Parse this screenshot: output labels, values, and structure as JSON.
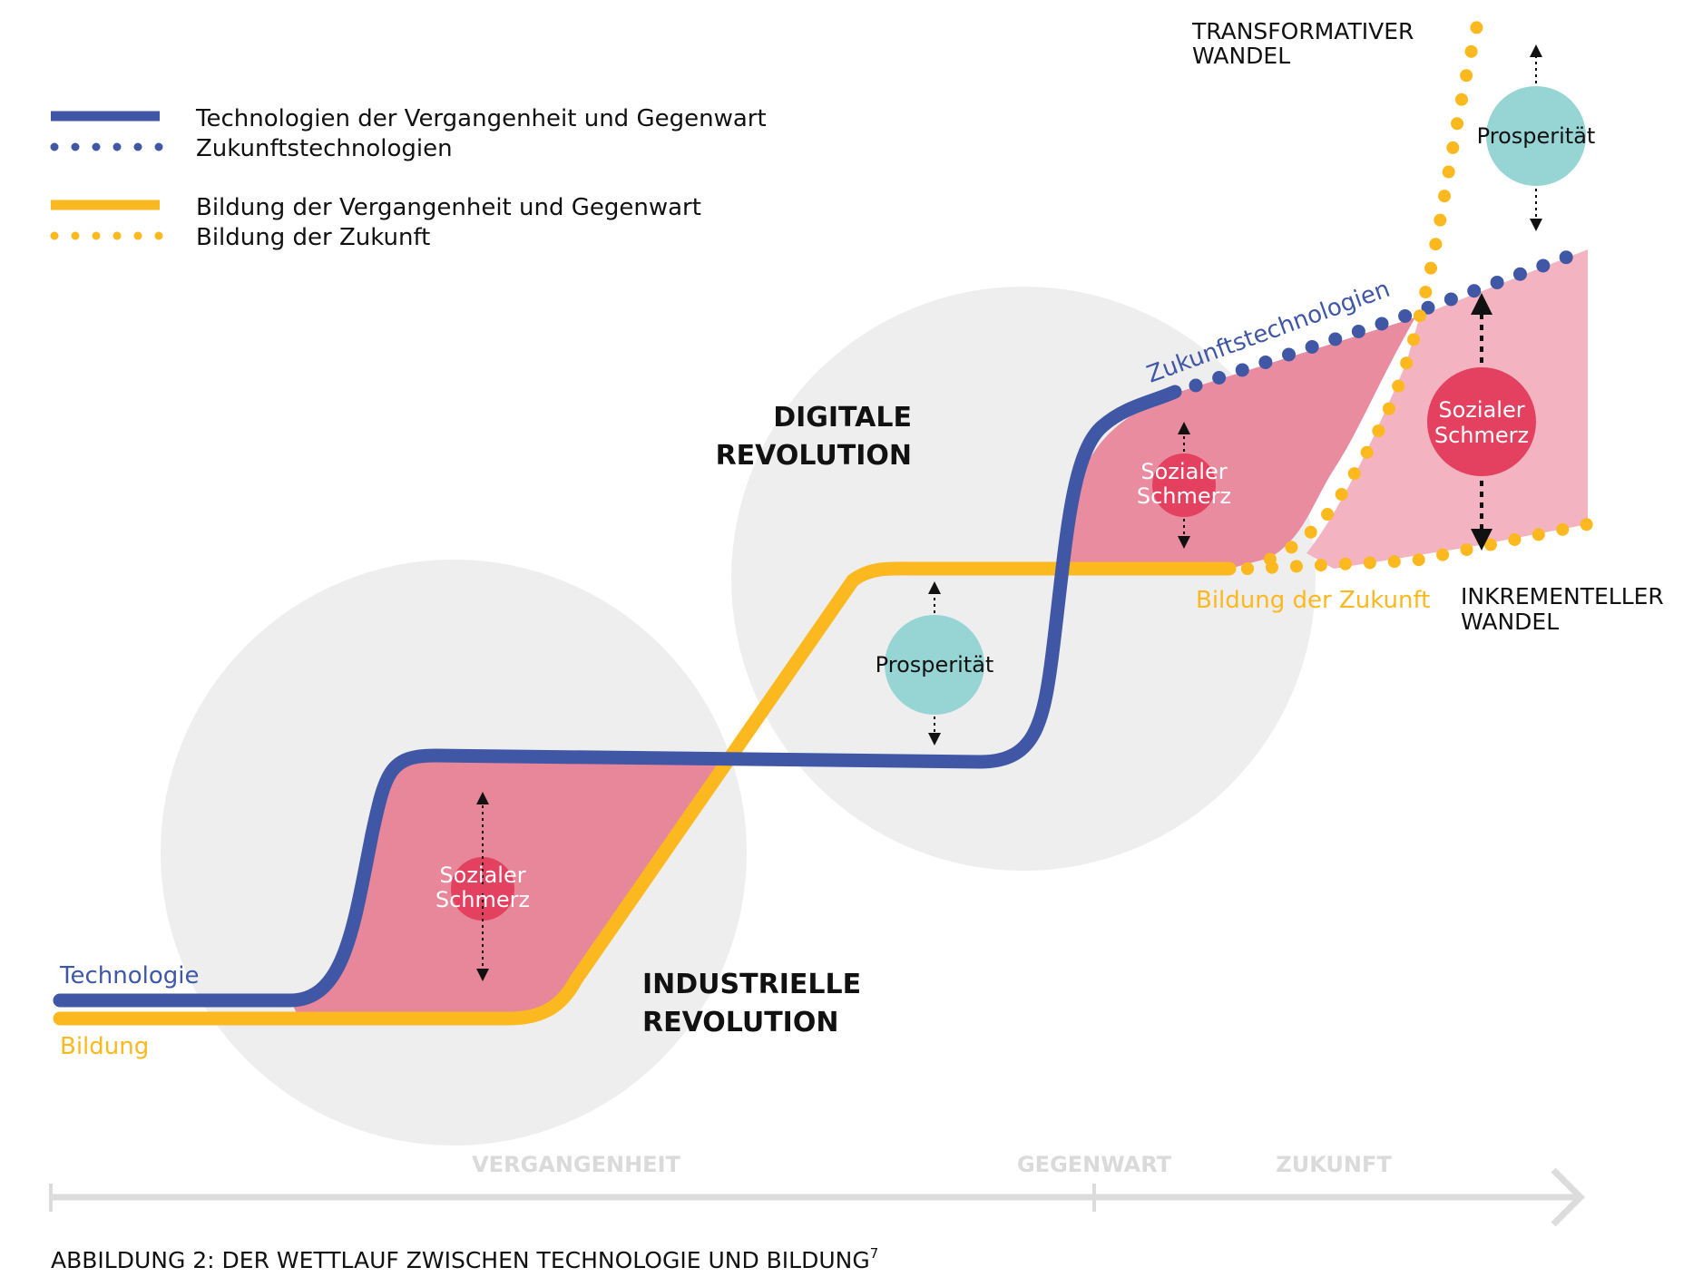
{
  "legend": {
    "tech_past": "Technologien der Vergangenheit und Gegenwart",
    "tech_future": "Zukunftstechnologien",
    "edu_past": "Bildung der Vergangenheit und Gegenwart",
    "edu_future": "Bildung der Zukunft"
  },
  "labels": {
    "transformative_1": "TRANSFORMATIVER",
    "transformative_2": "WANDEL",
    "incremental_1": "INKREMENTELLER",
    "incremental_2": "WANDEL",
    "digital_1": "DIGITALE",
    "digital_2": "REVOLUTION",
    "industrial_1": "INDUSTRIELLE",
    "industrial_2": "REVOLUTION",
    "future_tech": "Zukunftstechnologien",
    "future_edu": "Bildung der Zukunft",
    "technology": "Technologie",
    "education": "Bildung",
    "prosperity": "Prosperität",
    "pain_1": "Sozialer",
    "pain_2": "Schmerz"
  },
  "timeline": {
    "past": "VERGANGENHEIT",
    "present": "GEGENWART",
    "future": "ZUKUNFT"
  },
  "caption": {
    "text": "ABBILDUNG 2: DER WETTLAUF ZWISCHEN TECHNOLOGIE UND BILDUNG",
    "footnote": "7"
  },
  "colors": {
    "technology": "#4057a6",
    "education": "#fbb81f",
    "pain_area": "#e8869a",
    "pain_area_light": "#f4b3c0",
    "pain_circle": "#e4405f",
    "prosperity": "#97d5d4",
    "era_circle": "#eeeeee",
    "timeline": "#dcdcdc"
  }
}
